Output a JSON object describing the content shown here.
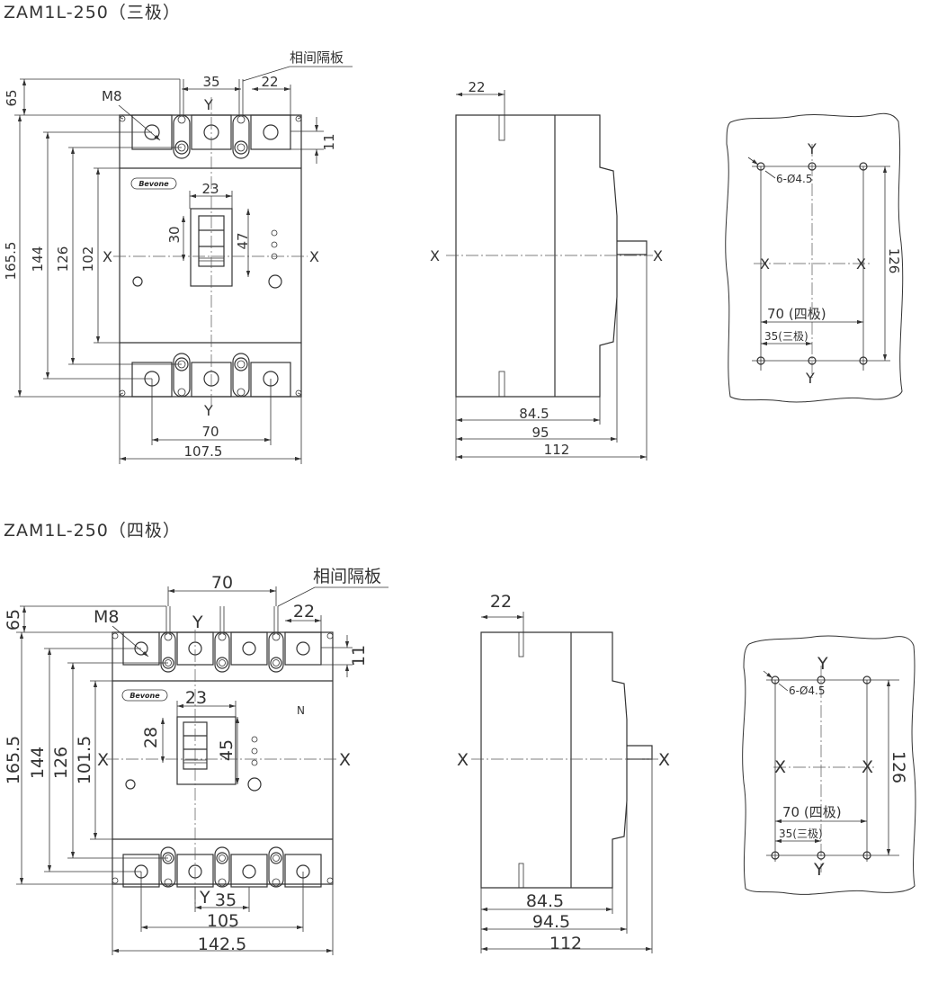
{
  "sections": [
    {
      "title": "ZAM1L-250（三极）"
    },
    {
      "title": "ZAM1L-250（四极）"
    }
  ],
  "labels": {
    "phase_barrier": "相间隔板",
    "bolt": "M8",
    "brand": "Bevone",
    "axis_x": "X",
    "axis_y": "Y",
    "neutral": "N",
    "holes": "6-Ø4.5",
    "four_pole": "70 (四极)",
    "three_pole": "35(三极)"
  },
  "three_pole": {
    "front": {
      "d65": "65",
      "d35": "35",
      "d22": "22",
      "d11": "11",
      "d165_5": "165.5",
      "d144": "144",
      "d126": "126",
      "d102": "102",
      "d23": "23",
      "d30": "30",
      "d47": "47",
      "d70": "70",
      "d107_5": "107.5"
    },
    "side": {
      "d22": "22",
      "d84_5": "84.5",
      "d95": "95",
      "d112": "112"
    },
    "mount": {
      "d126": "126"
    }
  },
  "four_pole": {
    "front": {
      "d65": "65",
      "d70": "70",
      "d22": "22",
      "d11": "11",
      "d165_5": "165.5",
      "d144": "144",
      "d126": "126",
      "d101_5": "101.5",
      "d23": "23",
      "d28": "28",
      "d45": "45",
      "d35": "35",
      "d105": "105",
      "d142_5": "142.5"
    },
    "side": {
      "d22": "22",
      "d84_5": "84.5",
      "d94_5": "94.5",
      "d112": "112"
    },
    "mount": {
      "d126": "126"
    }
  }
}
